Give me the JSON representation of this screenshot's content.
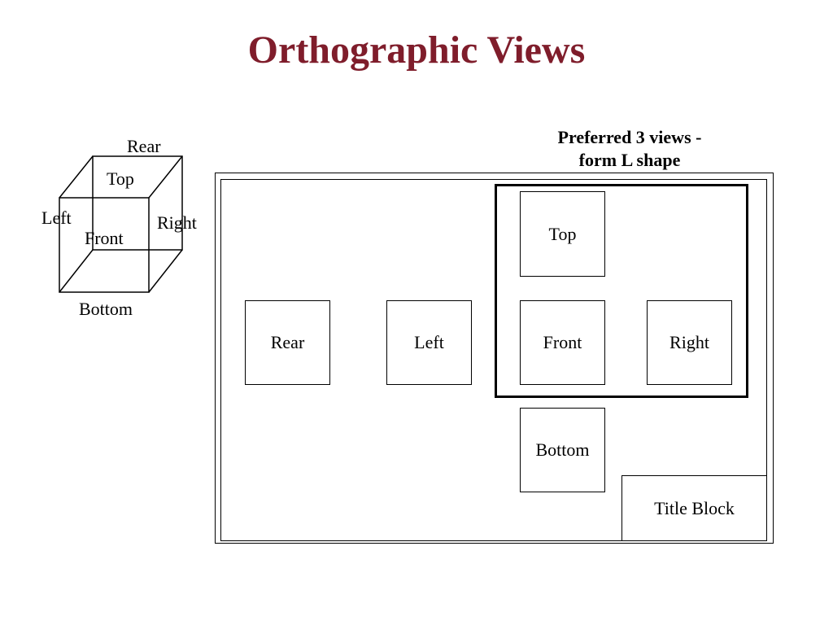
{
  "title": "Orthographic Views",
  "colors": {
    "title": "#7f1d2b",
    "lines": "#000000",
    "background": "#ffffff"
  },
  "cube": {
    "labels": {
      "rear": "Rear",
      "top": "Top",
      "left": "Left",
      "right": "Right",
      "front": "Front",
      "bottom": "Bottom"
    }
  },
  "preferred_caption": {
    "line1": "Preferred 3 views -",
    "line2": "form L shape"
  },
  "sheet": {
    "views": {
      "top": "Top",
      "rear": "Rear",
      "left": "Left",
      "front": "Front",
      "right": "Right",
      "bottom": "Bottom"
    },
    "title_block": "Title Block"
  }
}
